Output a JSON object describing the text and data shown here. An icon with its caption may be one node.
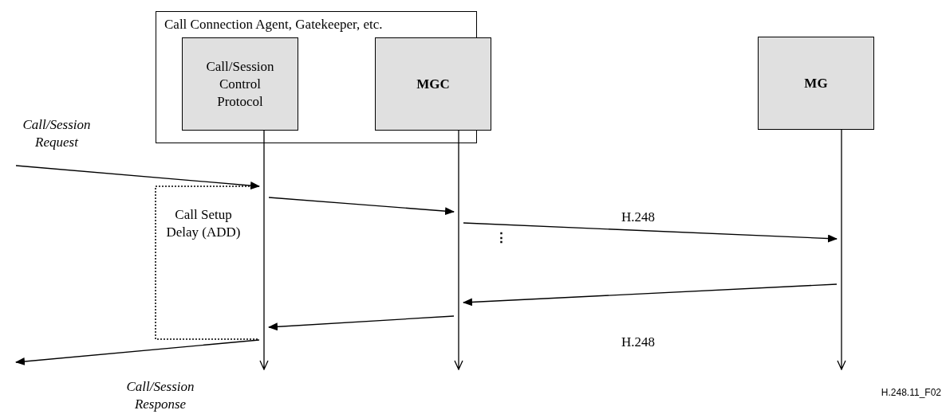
{
  "diagram": {
    "nodes": [
      {
        "text": [
          "Call Connection Agent, Gatekeeper, etc."
        ]
      },
      {
        "text": [
          "Call/Session Control Protocol"
        ],
        "in": 0
      },
      {
        "text": [
          "MGC"
        ],
        "in": 0
      },
      {
        "text": [
          "MG"
        ]
      },
      {
        "text": [],
        "shape": "bar"
      },
      {
        "text": [],
        "shape": "bar"
      },
      {
        "text": [],
        "shape": "bar"
      }
    ],
    "edges": [
      {
        "from": null,
        "to": 4,
        "arrow": "to",
        "label": "Call/Session Request"
      },
      {
        "from": 4,
        "to": 5,
        "arrow": "to"
      },
      {
        "from": 5,
        "to": 6,
        "arrow": "to",
        "label": "H.248"
      },
      {
        "from": 6,
        "to": 5,
        "arrow": "to",
        "label": "H.248"
      },
      {
        "from": 5,
        "to": 4,
        "arrow": "to"
      },
      {
        "from": 4,
        "to": null,
        "arrow": "to",
        "label": "Call/Session Response"
      }
    ],
    "labels": [
      "Call Setup Delay (ADD)",
      "⋮",
      "H.248.11_F02"
    ]
  }
}
